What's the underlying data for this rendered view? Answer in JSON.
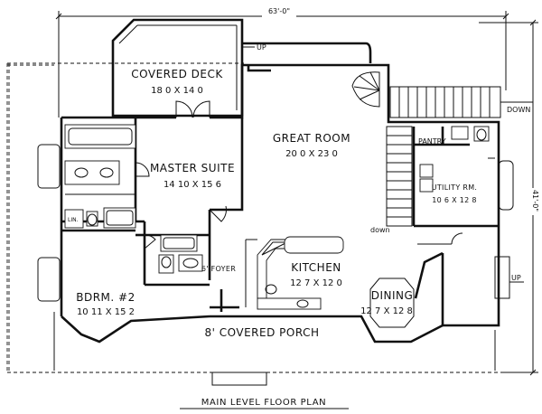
{
  "plan": {
    "title": "MAIN LEVEL FLOOR PLAN",
    "dim_width": "63'-0\"",
    "dim_depth": "41'-0\""
  },
  "rooms": {
    "covered_deck": {
      "name": "COVERED DECK",
      "size": "18 0 X 14 0"
    },
    "great_room": {
      "name": "GREAT ROOM",
      "size": "20 0 X 23 0"
    },
    "master_suite": {
      "name": "MASTER SUITE",
      "size": "14 10 X 15 6"
    },
    "utility": {
      "name": "UTILITY RM.",
      "size": "10 6 X 12 8"
    },
    "kitchen": {
      "name": "KITCHEN",
      "size": "12 7 X 12 0"
    },
    "bedroom2": {
      "name": "BDRM. #2",
      "size": "10 11 X 15 2"
    },
    "dining": {
      "name": "DINING",
      "size": "12 7 X 12 8"
    },
    "porch": {
      "name": "8' COVERED PORCH"
    }
  },
  "labels": {
    "foyer": "6' FOYER",
    "pantry": "PANTRY",
    "linen": "LIN.",
    "stair_down": "down",
    "up_deck": "UP",
    "up_east": "UP",
    "down_east": "DOWN"
  }
}
